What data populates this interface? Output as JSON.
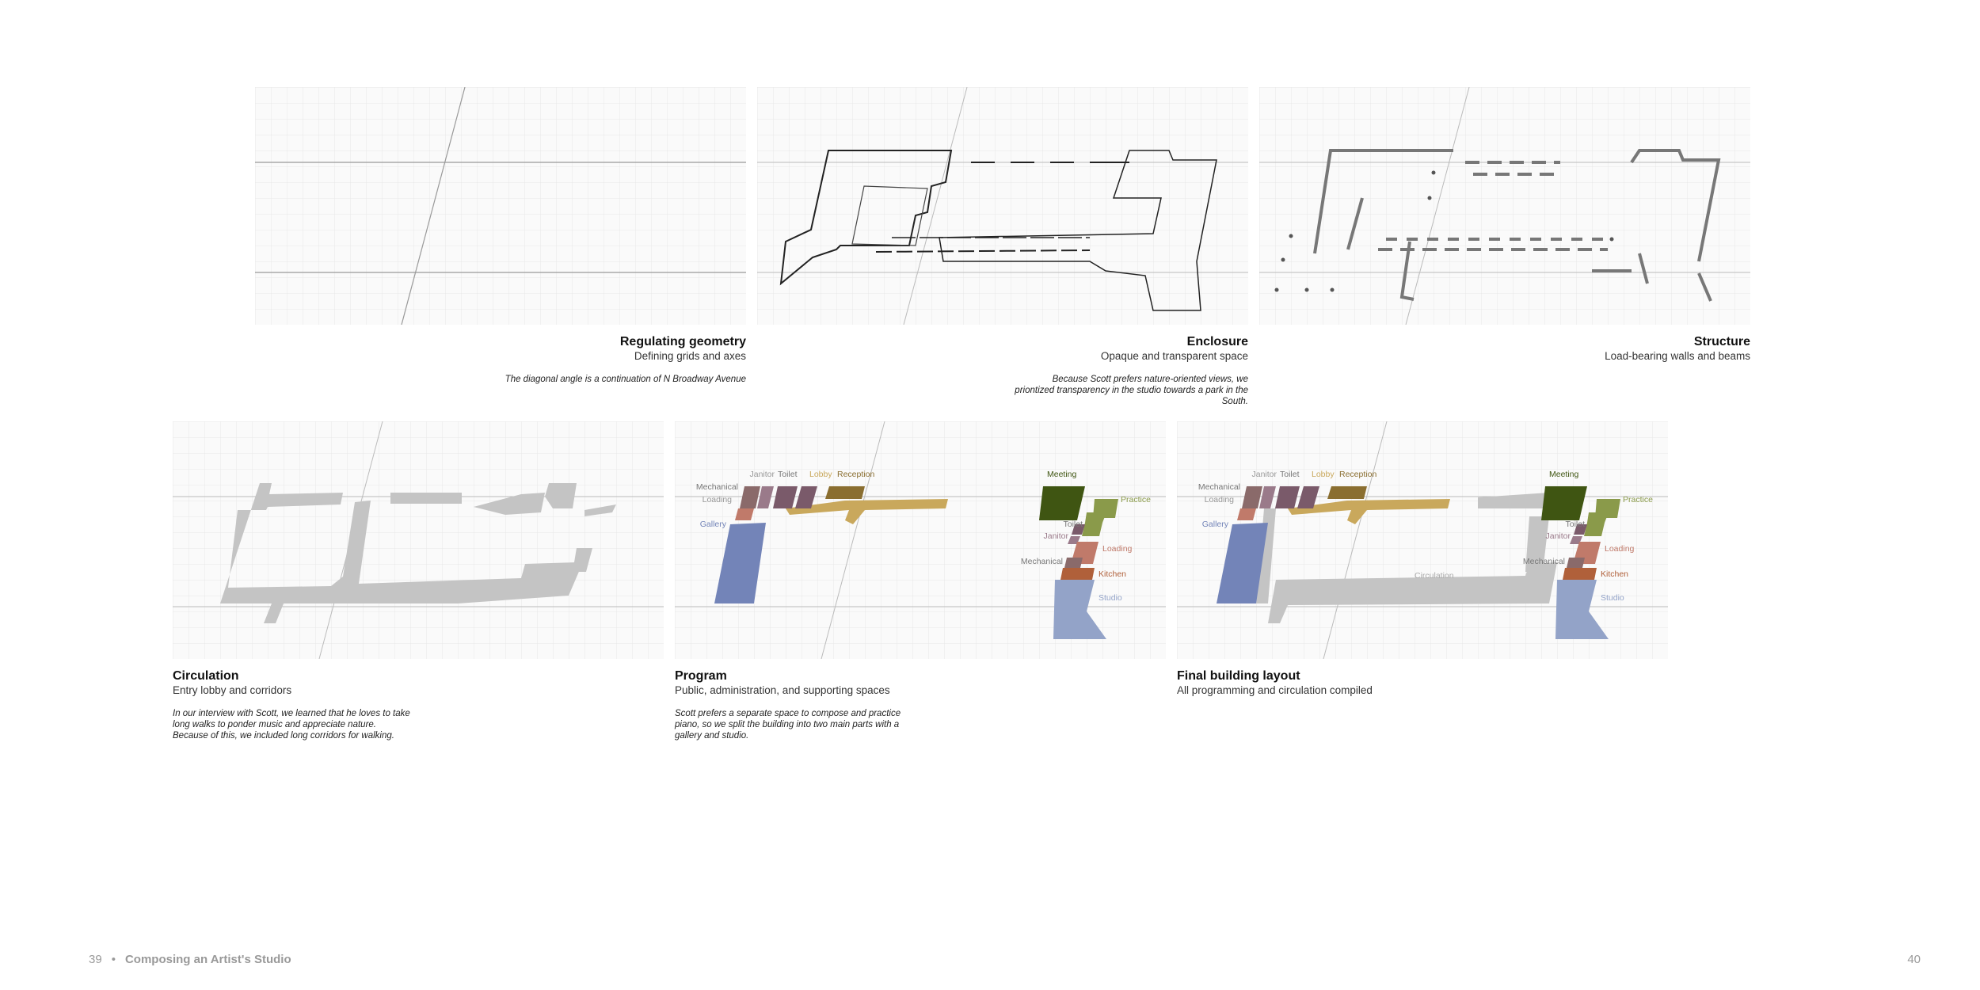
{
  "panels": [
    {
      "title": "Regulating geometry",
      "subtitle": "Defining grids and axes",
      "note": "The diagonal angle is a continuation of N Broadway Avenue"
    },
    {
      "title": "Enclosure",
      "subtitle": "Opaque and transparent space",
      "note": "Because Scott prefers nature-oriented views, we priontized transparency in the studio towards a park in the South."
    },
    {
      "title": "Structure",
      "subtitle": "Load-bearing walls and beams",
      "note": ""
    },
    {
      "title": "Circulation",
      "subtitle": "Entry lobby and corridors",
      "note": "In our interview with Scott, we learned that he loves to take long walks to ponder music and appreciate nature. Because of this, we included long corridors for walking."
    },
    {
      "title": "Program",
      "subtitle": "Public, administration, and supporting spaces",
      "note": "Scott prefers a separate space to compose and practice piano, so we split the building into two main parts with a gallery and studio."
    },
    {
      "title": "Final building layout",
      "subtitle": "All programming and circulation compiled",
      "note": ""
    }
  ],
  "program_labels": {
    "mechanical": "Mechanical",
    "loading": "Loading",
    "janitor": "Janitor",
    "toilet": "Toilet",
    "lobby": "Lobby",
    "reception": "Reception",
    "gallery": "Gallery",
    "meeting": "Meeting",
    "practice": "Practice",
    "kitchen": "Kitchen",
    "studio": "Studio",
    "circulation": "Circulation"
  },
  "colors": {
    "gallery": "#7384b8",
    "lobby": "#c9a85c",
    "reception": "#8a6e30",
    "mechanical": "#8a6a6a",
    "loading": "#c07a6a",
    "janitor": "#9a7a8a",
    "toilet": "#7a5a6a",
    "meeting": "#3f5512",
    "practice": "#8a9a4a",
    "kitchen": "#b0603a",
    "studio": "#93a3c8",
    "circulation": "#c4c4c4"
  },
  "footer": {
    "left_page": "39",
    "separator": "•",
    "book_title": "Composing an Artist's Studio",
    "right_page": "40"
  }
}
